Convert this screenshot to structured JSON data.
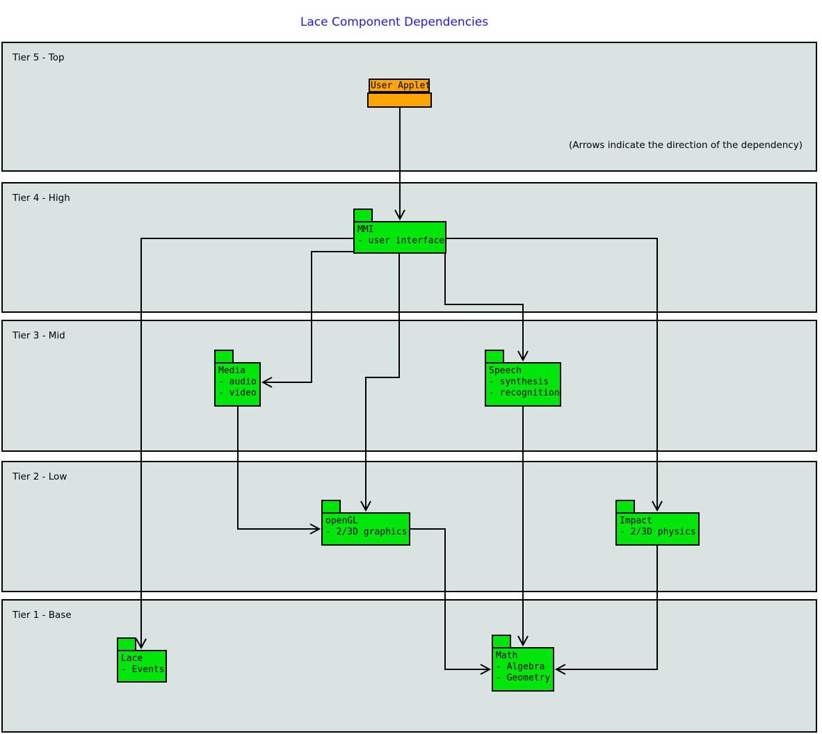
{
  "title": "Lace Component Dependencies",
  "note": "(Arrows indicate the direction of the dependency)",
  "colors": {
    "tier_background": "#d9e3e2",
    "component_fill": "#00e60a",
    "applet_fill": "#ffa500",
    "title_color": "#1b1bd8",
    "line_color": "#000000"
  },
  "tiers": [
    {
      "label": "Tier 5 - Top"
    },
    {
      "label": "Tier 4 - High"
    },
    {
      "label": "Tier 3 - Mid"
    },
    {
      "label": "Tier 2 - Low"
    },
    {
      "label": "Tier 1 - Base"
    }
  ],
  "components": [
    {
      "name": "User Applet",
      "lines": [],
      "tier": "Tier 5 - Top"
    },
    {
      "name": "MMI",
      "lines": [
        "- user interface"
      ],
      "tier": "Tier 4 - High"
    },
    {
      "name": "Media",
      "lines": [
        "- audio",
        "- video"
      ],
      "tier": "Tier 3 - Mid"
    },
    {
      "name": "Speech",
      "lines": [
        "- synthesis",
        "- recognition"
      ],
      "tier": "Tier 3 - Mid"
    },
    {
      "name": "openGL",
      "lines": [
        "- 2/3D graphics"
      ],
      "tier": "Tier 2 - Low"
    },
    {
      "name": "Impact",
      "lines": [
        "- 2/3D physics"
      ],
      "tier": "Tier 2 - Low"
    },
    {
      "name": "Lace",
      "lines": [
        "- Events"
      ],
      "tier": "Tier 1 - Base"
    },
    {
      "name": "Math",
      "lines": [
        "- Algebra",
        "- Geometry"
      ],
      "tier": "Tier 1 - Base"
    }
  ],
  "edges": [
    {
      "from": "User Applet",
      "to": "MMI"
    },
    {
      "from": "MMI",
      "to": "Lace"
    },
    {
      "from": "MMI",
      "to": "Media"
    },
    {
      "from": "MMI",
      "to": "openGL"
    },
    {
      "from": "MMI",
      "to": "Speech"
    },
    {
      "from": "MMI",
      "to": "Impact"
    },
    {
      "from": "Media",
      "to": "openGL"
    },
    {
      "from": "Speech",
      "to": "Math"
    },
    {
      "from": "openGL",
      "to": "Math"
    },
    {
      "from": "Impact",
      "to": "Math"
    }
  ]
}
